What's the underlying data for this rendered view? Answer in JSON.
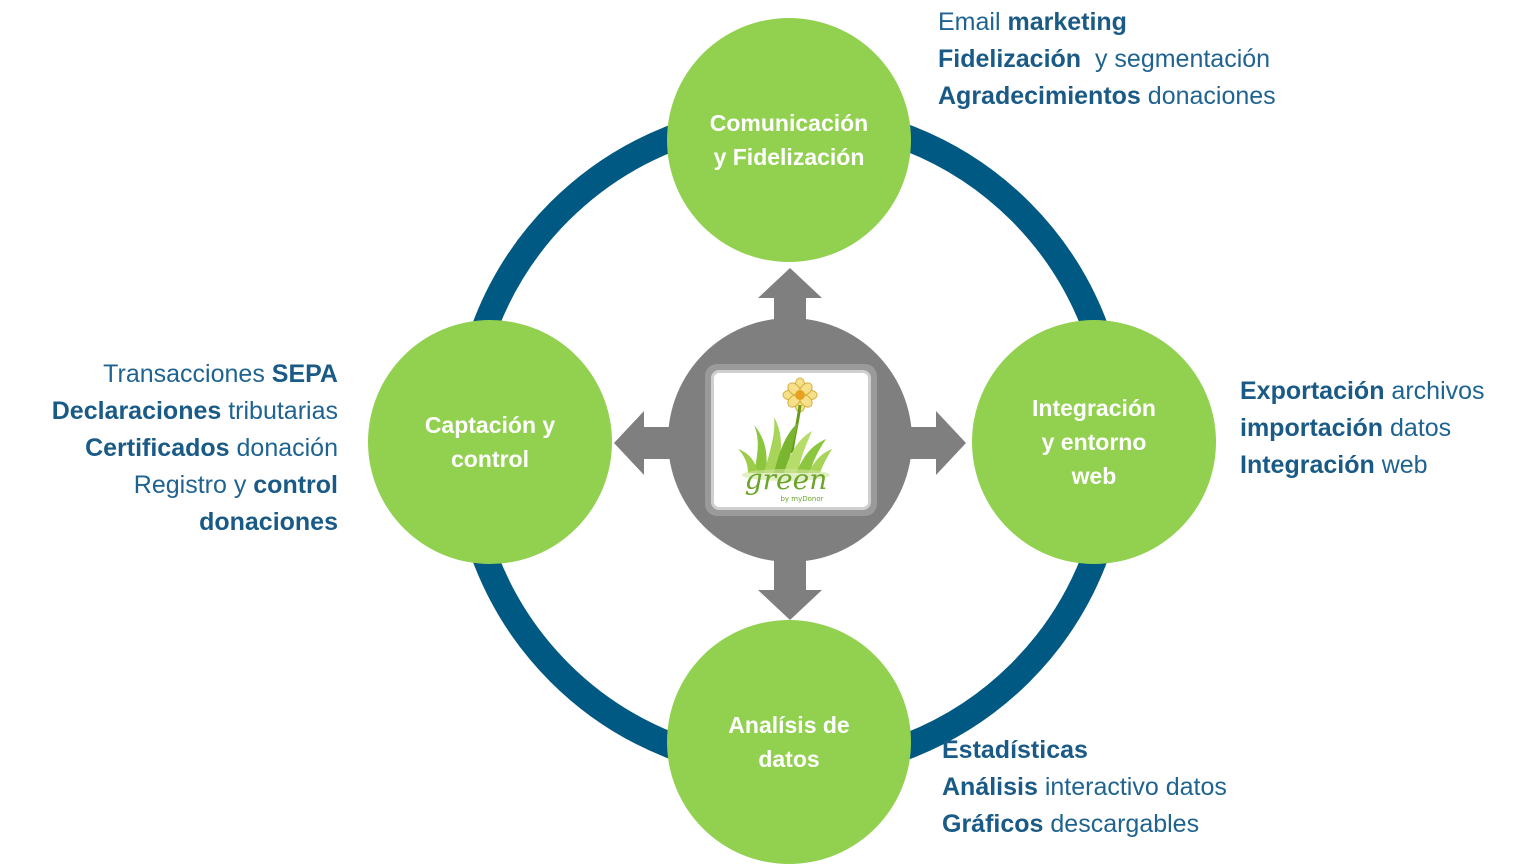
{
  "colors": {
    "ring": "#005983",
    "node_fill": "#92d050",
    "hub": "#7f7f7f",
    "arrow": "#7f7f7f",
    "text": "#1f6391"
  },
  "hub": {
    "logo_icon": "green-by-mydonor-logo",
    "logo_word": "green",
    "logo_byline": "by myDonor"
  },
  "nodes": {
    "top": {
      "label_lines": [
        "Comunicación",
        "y Fidelización"
      ]
    },
    "left": {
      "label_lines": [
        "Captación y",
        "control"
      ]
    },
    "right": {
      "label_lines": [
        "Integración",
        "y entorno",
        "web"
      ]
    },
    "bottom": {
      "label_lines": [
        "Analísis de",
        "datos"
      ]
    }
  },
  "descriptions": {
    "top": [
      [
        {
          "t": "Email ",
          "b": false
        },
        {
          "t": "marketing",
          "b": true
        }
      ],
      [
        {
          "t": "Fidelización ",
          "b": true
        },
        {
          "t": " y segmentación",
          "b": false
        }
      ],
      [
        {
          "t": "Agradecimientos",
          "b": true
        },
        {
          "t": " donaciones",
          "b": false
        }
      ]
    ],
    "left": [
      [
        {
          "t": "Transacciones ",
          "b": false
        },
        {
          "t": "SEPA",
          "b": true
        }
      ],
      [
        {
          "t": "Declaraciones",
          "b": true
        },
        {
          "t": " tributarias",
          "b": false
        }
      ],
      [
        {
          "t": "Certificados",
          "b": true
        },
        {
          "t": " donación",
          "b": false
        }
      ],
      [
        {
          "t": "Registro y ",
          "b": false
        },
        {
          "t": "control",
          "b": true
        }
      ],
      [
        {
          "t": "donaciones",
          "b": true
        }
      ]
    ],
    "right": [
      [
        {
          "t": "Exportación",
          "b": true
        },
        {
          "t": " archivos",
          "b": false
        }
      ],
      [
        {
          "t": "importación",
          "b": true
        },
        {
          "t": " datos",
          "b": false
        }
      ],
      [
        {
          "t": "Integración",
          "b": true
        },
        {
          "t": " web",
          "b": false
        }
      ]
    ],
    "bottom": [
      [
        {
          "t": "Estadísticas",
          "b": true
        }
      ],
      [
        {
          "t": "Análisis",
          "b": true
        },
        {
          "t": " interactivo datos",
          "b": false
        }
      ],
      [
        {
          "t": "Gráficos",
          "b": true
        },
        {
          "t": " descargables",
          "b": false
        }
      ]
    ]
  }
}
